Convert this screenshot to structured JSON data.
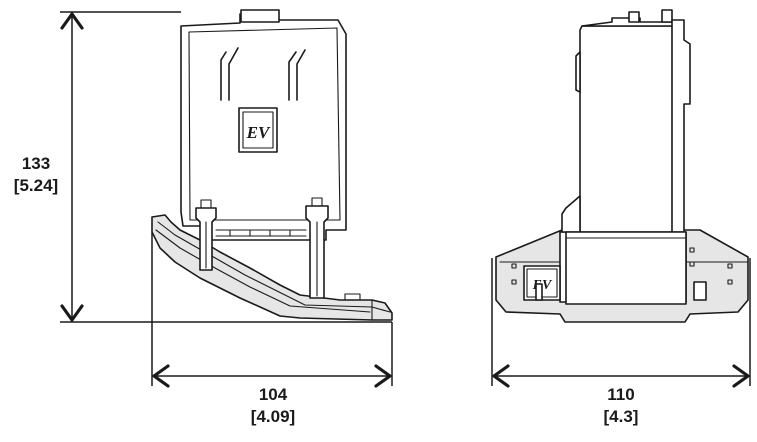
{
  "dimensions": {
    "height": {
      "value": "133",
      "inch": "[5.24]"
    },
    "depth": {
      "value": "104",
      "inch": "[4.09]"
    },
    "width": {
      "value": "110",
      "inch": "[4.3]"
    }
  },
  "logo": {
    "text": "EV"
  }
}
